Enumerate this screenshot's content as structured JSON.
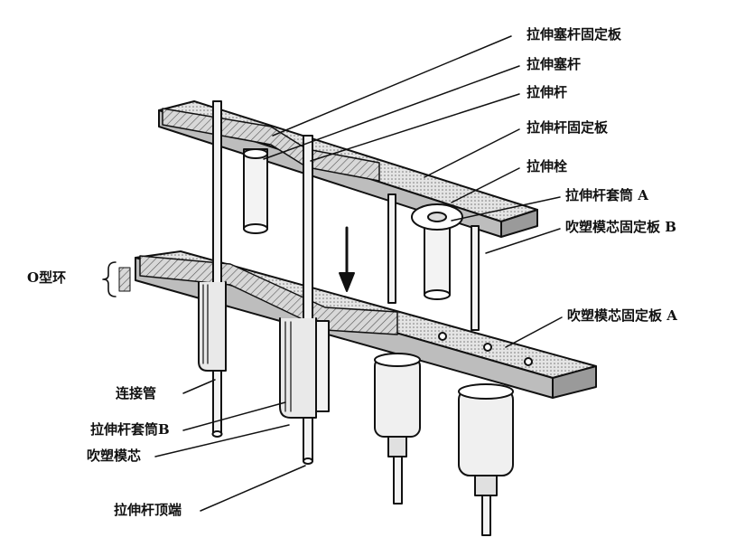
{
  "colors": {
    "ink": "#111111",
    "paper": "#ffffff",
    "shade": "#cfcfcf",
    "dark_shade": "#8a8a8a"
  },
  "labels": {
    "stretch_plunger_plate": "拉伸塞杆固定板",
    "stretch_plunger": "拉伸塞杆",
    "stretch_rod": "拉伸杆",
    "stretch_rod_plate": "拉伸杆固定板",
    "stretch_pin": "拉伸栓",
    "stretch_rod_sleeve_a": "拉伸杆套筒 A",
    "core_plate_b": "吹塑模芯固定板 B",
    "core_plate_a": "吹塑模芯固定板 A",
    "o_ring": "O型环",
    "connecting_tube": "连接管",
    "stretch_rod_sleeve_b": "拉伸杆套筒B",
    "blow_core": "吹塑模芯",
    "stretch_rod_tip": "拉伸杆顶端"
  }
}
